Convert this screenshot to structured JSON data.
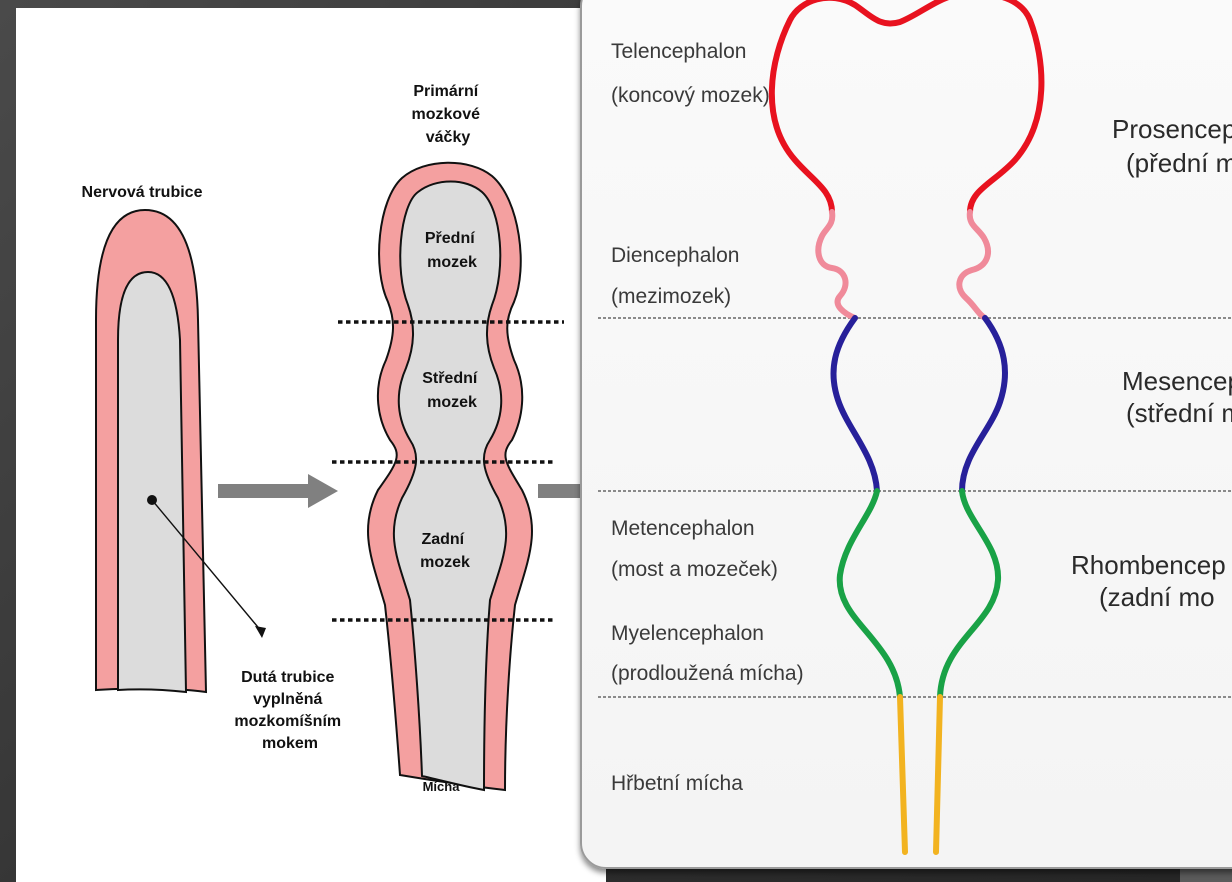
{
  "left_diagram": {
    "neural_tube_title": "Nervová trubice",
    "hollow_tube_label": [
      "Dutá trubice",
      "vyplněná",
      "mozkomíšním",
      "mokem"
    ],
    "vesicles_title": [
      "Primární",
      "mozkové",
      "váčky"
    ],
    "vesicle_forebrain": [
      "Přední",
      "mozek"
    ],
    "vesicle_midbrain": [
      "Střední",
      "mozek"
    ],
    "vesicle_hindbrain": [
      "Zadní",
      "mozek"
    ],
    "spinal_cord_label": "Mícha"
  },
  "right_diagram": {
    "segments": [
      {
        "name": "Telencephalon",
        "czech": "(koncový mozek)"
      },
      {
        "name": "Diencephalon",
        "czech": "(mezimozek)"
      },
      {
        "name": "Metencephalon",
        "czech": "(most a mozeček)"
      },
      {
        "name": "Myelencephalon",
        "czech": "(prodloužená mícha)"
      },
      {
        "name": "Hřbetní mícha",
        "czech": ""
      }
    ],
    "divisions": [
      {
        "name": "Prosenceph",
        "czech": "(přední mo"
      },
      {
        "name": "Mesenceph",
        "czech": "(střední mo"
      },
      {
        "name": "Rhombencep",
        "czech": "(zadní mo"
      }
    ]
  },
  "colors": {
    "tube_wall": "#f4a0a0",
    "tube_lumen": "#dcdcdc",
    "arrow": "#808080",
    "telencephalon": "#e8121f",
    "diencephalon": "#f08a9a",
    "mesencephalon": "#27209a",
    "rhombencephalon": "#19a246",
    "spinal_cord": "#f2b320"
  }
}
